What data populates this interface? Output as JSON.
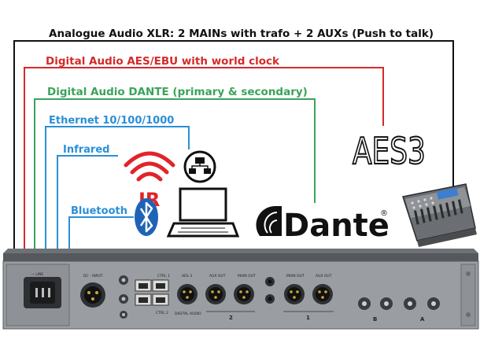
{
  "labels": {
    "analogue": "Analogue Audio XLR: 2 MAINs with trafo + 2 AUXs (Push to talk)",
    "aes": "Digital Audio AES/EBU with world clock",
    "dante": "Digital Audio DANTE (primary & secondary)",
    "ethernet": "Ethernet 10/100/1000",
    "infrared": "Infrared",
    "bluetooth": "Bluetooth"
  },
  "icons": {
    "ir_text": "IR",
    "aes3_text": "AES3",
    "dante_text": "Dante",
    "dante_mark": "®"
  },
  "panel": {
    "power_label": "~ LINE",
    "dc_label": "DC - INPUT",
    "ctrl1": "CTRL 1",
    "ctrl2": "CTRL 2",
    "aes_label": "AES 3",
    "aux_out_1": "AUX OUT",
    "main_out_1": "MAIN OUT",
    "main_out_2": "MAIN OUT",
    "aux_out_2": "AUX OUT",
    "digital_audio": "DIGITAL AUDIO",
    "section_2": "2",
    "section_1": "1",
    "section_b": "B",
    "section_a": "A"
  },
  "colors": {
    "black": "#111111",
    "red": "#d42a2a",
    "green": "#3aa35a",
    "blue": "#2b8fd6",
    "panel": "#9a9da1",
    "panel_dark": "#3a3c3f"
  }
}
